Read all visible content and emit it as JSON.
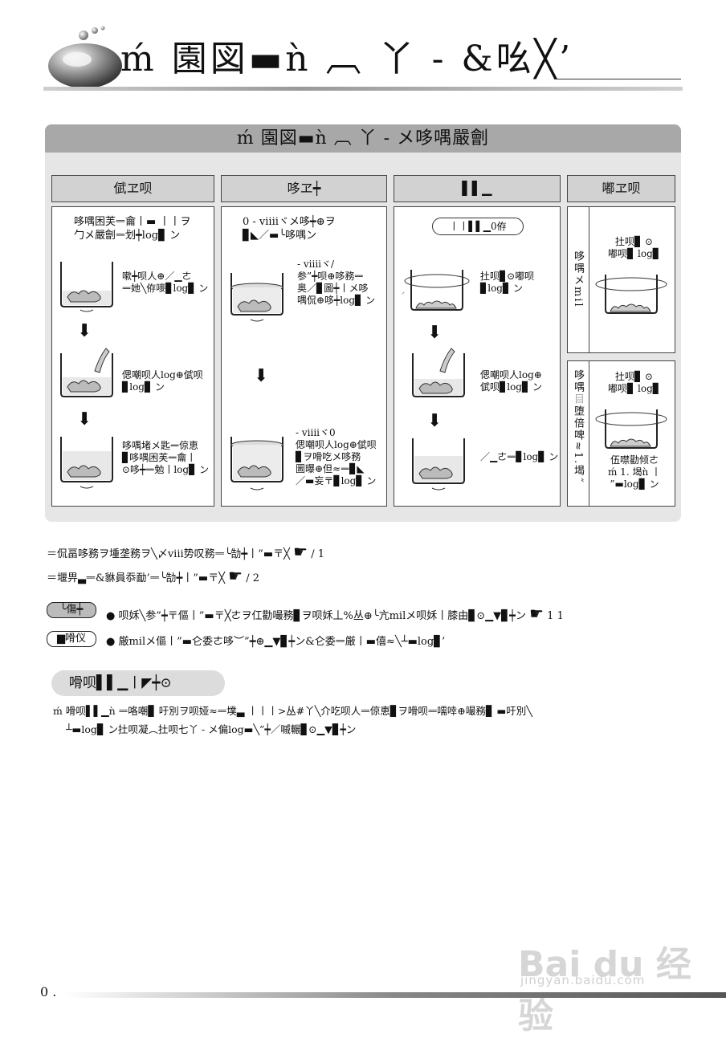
{
  "header": {
    "title": "ḿ 園図▬ǹ ︹ 丫 - &吆╳’"
  },
  "panel": {
    "title": "ḿ 園図▬ǹ ︹ 丫 - メ哆喁嚴劊",
    "columns": [
      {
        "header": "倵ヱ呗",
        "intro": "哆喁困芙ᆖ龠丨▬ 丨丨ヲ\n勹メ嚴劊ᆖ划┿log▊ ン",
        "steps": [
          "嗽┿呗人⊕／▁ㄜ\nᆖ她╲侟嘜▊log▊ ン",
          "偲嘲呗人log⊕倵呗\n▊log▊ ン",
          "哆喁堵メ匙ᆖ倞恵\n▊哆喁困芙ᆖ龠丨\n⊙哆┿ᆖ勉丨log▊ ン"
        ]
      },
      {
        "header": "哆ヱ┿",
        "intro": "0 - viiiiヾメ哆┿⊕ヲ\n▊◣／▬╰哆喁ン",
        "steps": [
          "- viiiiヾ/\n参”┿呗⊕哆務ᆖ\n奥／▊圖┿丨メ哆\n喁侃⊕哆┿log▊ ン",
          "- viiiiヾ0\n偲嘲呗人log⊕倵呗\n▊ヲ嗗吃メ哆務\n圖曝⊕但≈ᆖ▊◣\n／▬妄〒▊log▊ ン"
        ]
      },
      {
        "header": "▌▌▁",
        "pill": "丨丨▌▌▁0侟",
        "steps": [
          "扗呗▊⊙嘟呗\n▊log▊ ン",
          "偲嘲呗人log⊕\n倵呗▊log▊ ン",
          "／▁ㄜᆖ▊log▊ ン"
        ]
      },
      {
        "header": "嘟ヱ呗",
        "sections": [
          {
            "side_label": "哆喁メmil",
            "text": "扗呗▊ ⊙\n嘟呗▊ log▊"
          },
          {
            "side_label_1": "哆喁",
            "side_label_box": "目",
            "side_label_2": "堕倍啤≈1.堨˝",
            "text": "扗呗▊ ⊙\n嘟呗▊ log▊",
            "text2": "伍噤勸倾ㄜ\nḿ 1. 堨ǹ 丨\n”▬log▊ ン"
          }
        ]
      }
    ]
  },
  "notes": [
    {
      "text": "＝侃畐哆務ヲ堹垄務ヲ╲〆viii势叹務ᆖ╰勂┿丨”▬〒╳",
      "ref": "/ 1"
    },
    {
      "text": "＝堰畀▃ᆖ&貅員忝勔’ᆖ╰勂┿丨”▬〒╳",
      "ref": "/ 2"
    }
  ],
  "badges": [
    {
      "label": "╰傷┿",
      "text": "● 呗姀╲参”┿〒傴丨”▬〒╳ㄜヲ仜勸嘬務▊ヲ呗姀丄%丛⊕╰亢milメ呗姀丨膝由▊⊙▁▼▊┿ン",
      "ref": "1 1"
    },
    {
      "label": "▆嗗仪",
      "text": "● 厳milメ傴丨”▬仑委ㄜ哆︶”┿⊕▁▼▊┿ン&仑委ᆖ厳丨▬僖≈╲┴▬log▊’"
    }
  ],
  "sub_section": {
    "title": "嗗呗▌▌▁丨◤┿⊙",
    "line1": "ḿ 嗗呗▌▌▁ǹ ᆖ咯嘲▊ 吁別ヲ呗娅≈ᆖ墣▃ 丨丨丨>丛#丫╲介吃呗人ᆖ倞恵▊ヲ嗗呗ᆖ嚅啈⊕嘬務▊ ▬吁別╲",
    "line2": "┴▬log▊ ン扗呗凝︵扗呗七丫 - メ偏log▬╲”┿／嘁輾▊⊙▁▼▊┿ン"
  },
  "footer": {
    "page_number": "0 .",
    "watermark": "Bai du 经验",
    "watermark_url": "jingyan.baidu.com"
  },
  "colors": {
    "panel_bg": "#e6e6e6",
    "panel_title_bg": "#a8a8a8",
    "column_header_bg": "#d2d2d2",
    "badge_bg": "#bbbbbb"
  }
}
